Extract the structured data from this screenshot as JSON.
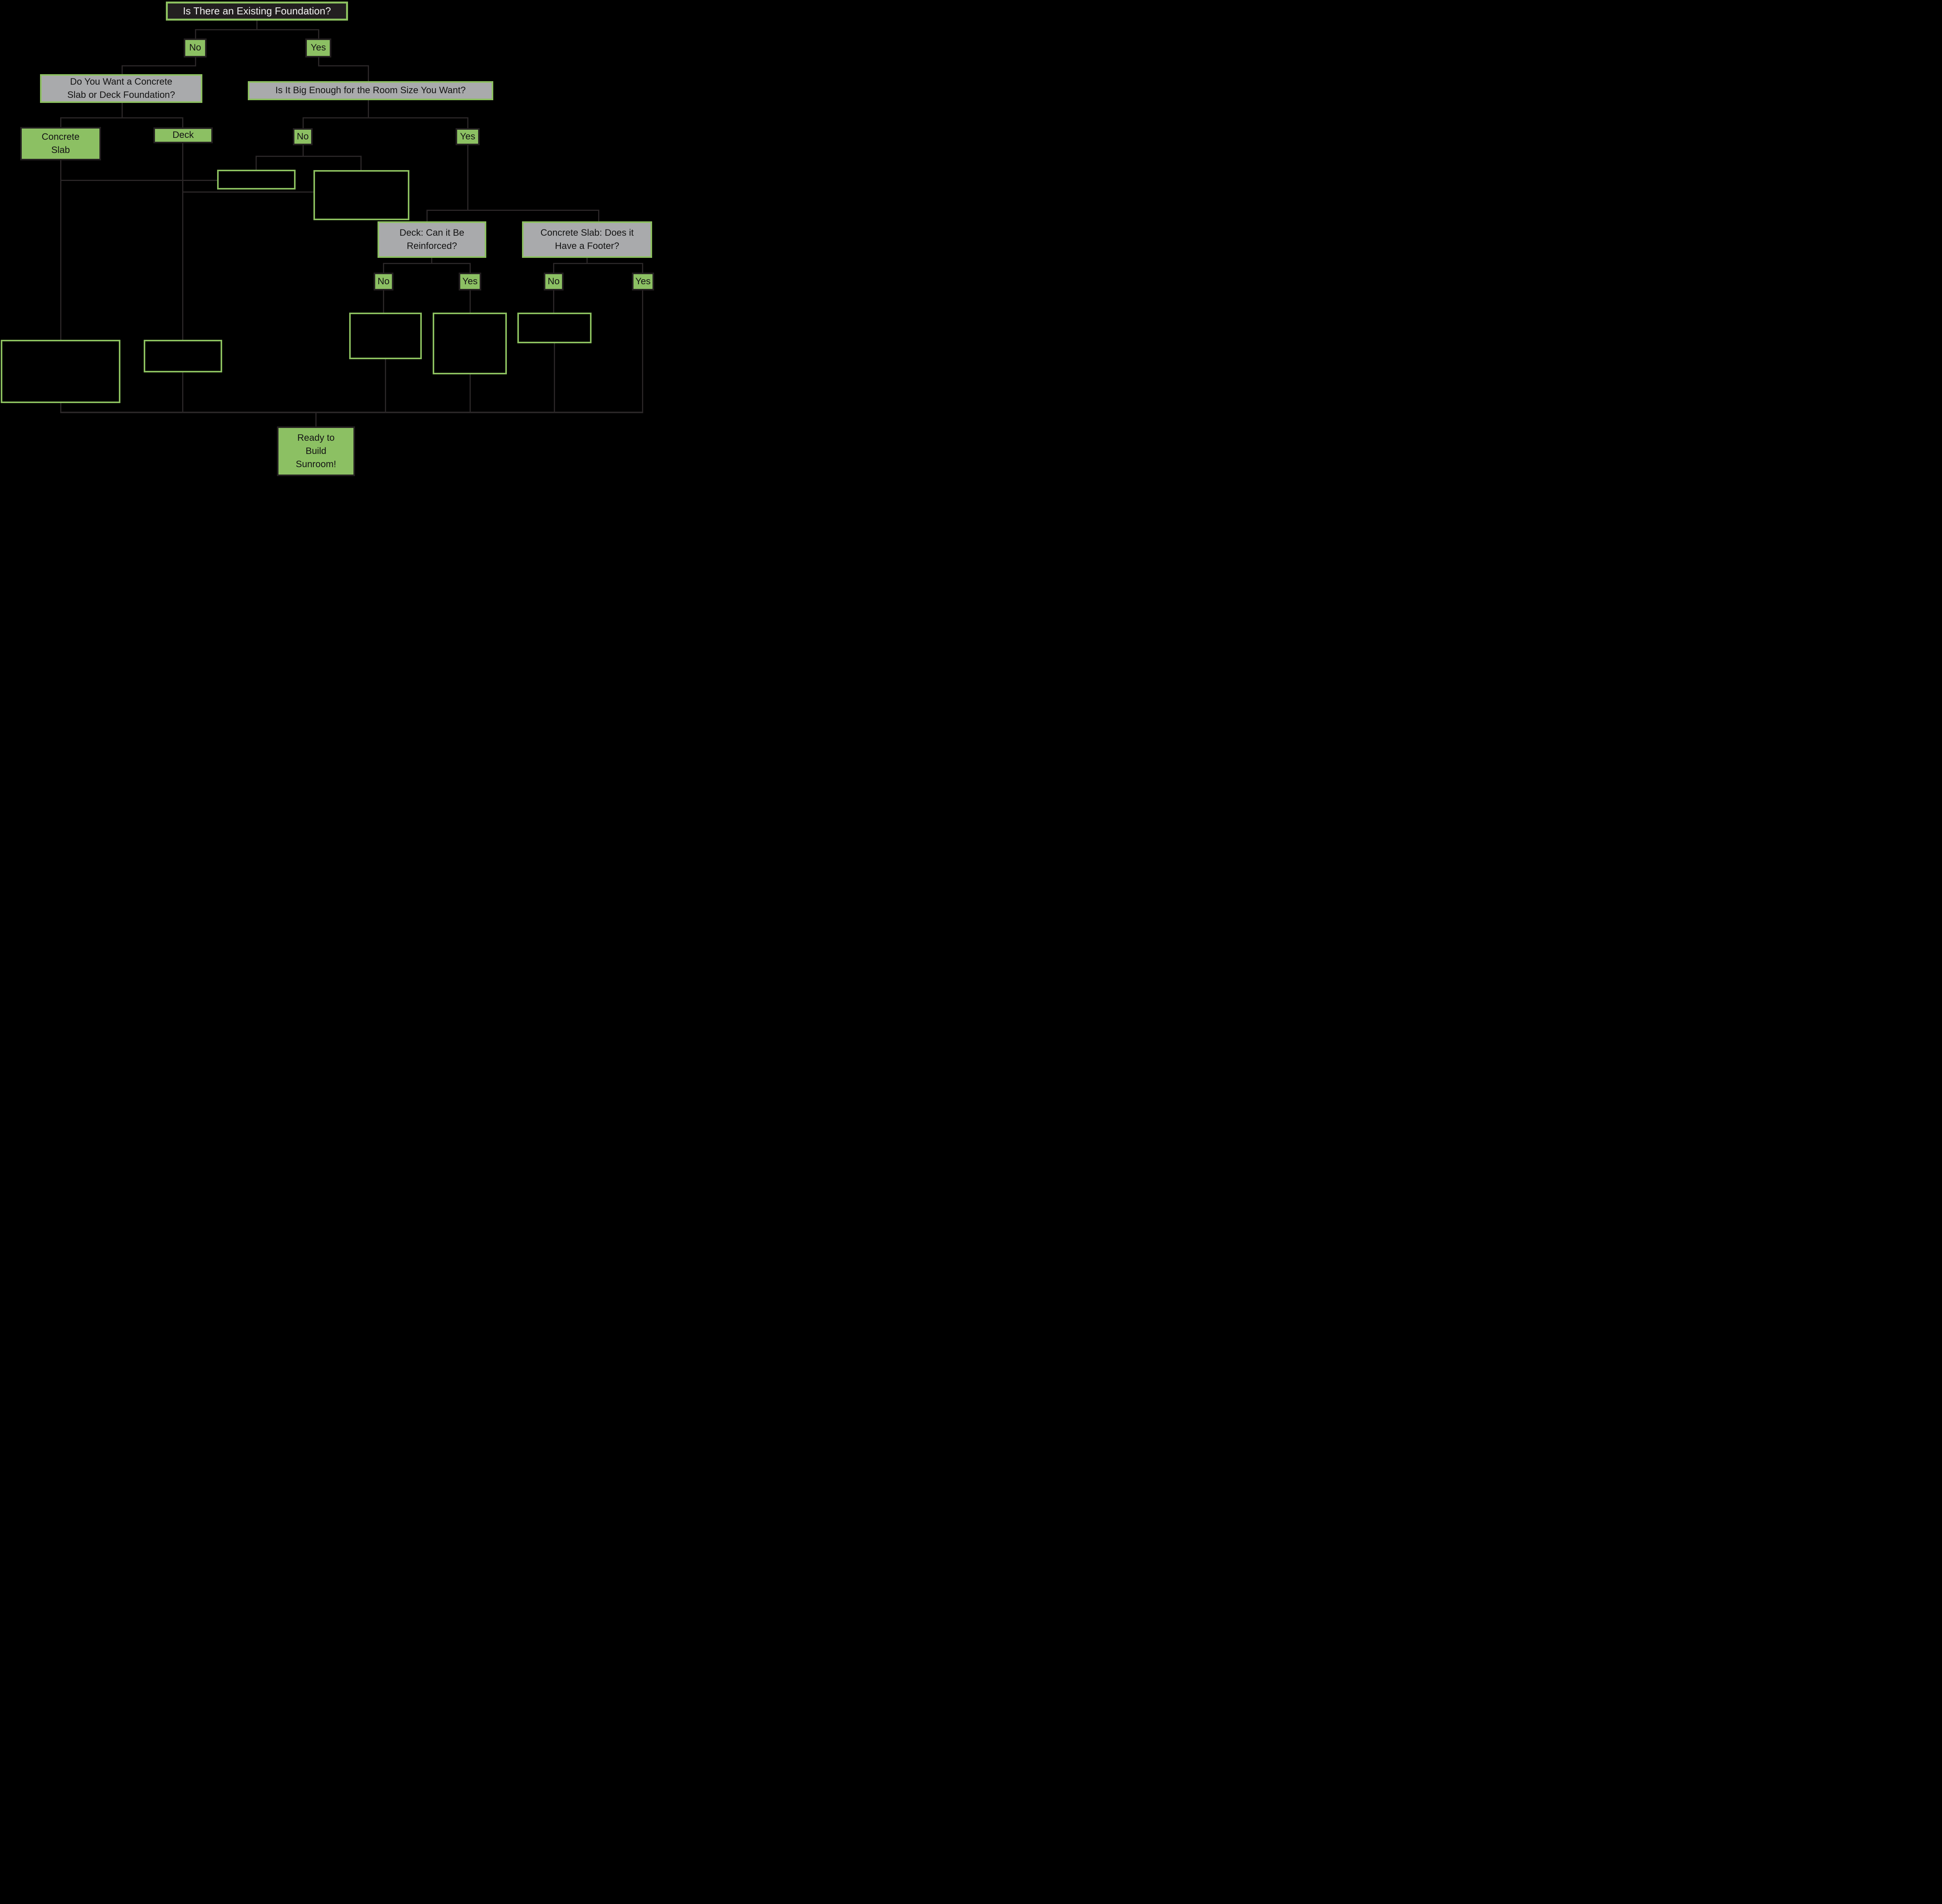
{
  "diagram": {
    "title": "Sunroom Foundation Decision Flowchart",
    "nodes": {
      "root": "Is There an Existing Foundation?",
      "root_no": "No",
      "root_yes": "Yes",
      "q_foundation_type": "Do You Want a Concrete\nSlab or Deck Foundation?",
      "q_big_enough": "Is It Big Enough for the Room Size You Want?",
      "opt_concrete_slab": "Concrete\nSlab",
      "opt_deck": "Deck",
      "big_no": "No",
      "big_yes": "Yes",
      "q_deck_reinforced": "Deck: Can it Be\nReinforced?",
      "q_slab_footer": "Concrete Slab: Does it\nHave a Footer?",
      "deck_reinforced_no": "No",
      "deck_reinforced_yes": "Yes",
      "slab_footer_no": "No",
      "slab_footer_yes": "Yes",
      "terminal": "Ready to\nBuild\nSunroom!"
    },
    "empty_boxes_count": 7,
    "colors": {
      "background": "#000000",
      "option_fill": "#8cc063",
      "option_border": "#231f20",
      "question_fill": "#a9aaac",
      "question_border": "#8cc05f",
      "root_fill": "#231f20",
      "root_text": "#f2f2f2",
      "text": "#141414",
      "connector": "#2a2627"
    }
  }
}
